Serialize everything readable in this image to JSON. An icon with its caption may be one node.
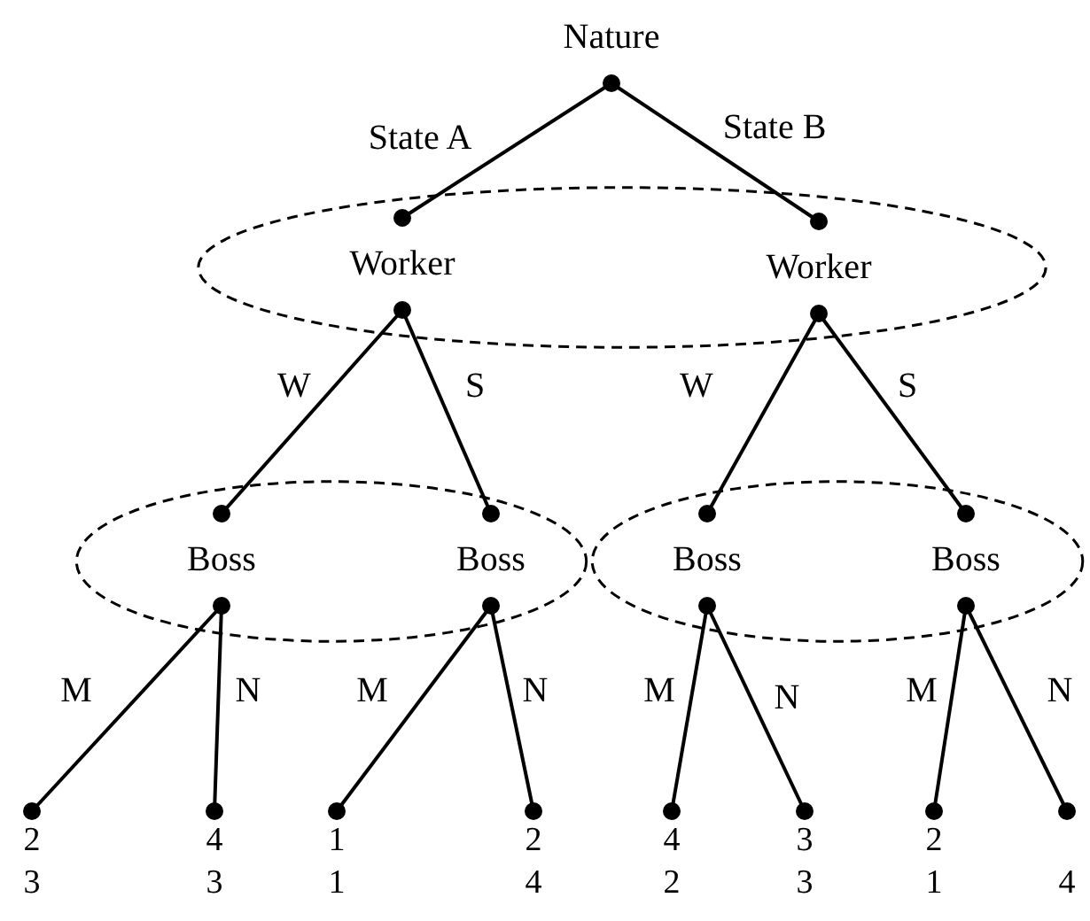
{
  "diagram": {
    "nodes": [
      {
        "text": [
          "Nature"
        ]
      },
      {
        "text": [],
        "shape": "ellipse"
      },
      {
        "text": [
          "Worker"
        ],
        "in": 1
      },
      {
        "text": [
          "Worker"
        ],
        "in": 1
      },
      {
        "text": [],
        "shape": "ellipse"
      },
      {
        "text": [
          "Boss"
        ],
        "in": 4
      },
      {
        "text": [
          "Boss"
        ],
        "in": 4
      },
      {
        "text": [],
        "shape": "ellipse"
      },
      {
        "text": [
          "Boss"
        ],
        "in": 7
      },
      {
        "text": [
          "Boss"
        ],
        "in": 7
      },
      {
        "text": [
          "2",
          "3"
        ]
      },
      {
        "text": [
          "4",
          "3"
        ]
      },
      {
        "text": [
          "1",
          "1"
        ]
      },
      {
        "text": [
          "2",
          "4"
        ]
      },
      {
        "text": [
          "4",
          "2"
        ]
      },
      {
        "text": [
          "3",
          "3"
        ]
      },
      {
        "text": [
          "2",
          "1"
        ]
      },
      {
        "text": [
          "4"
        ]
      }
    ],
    "edges": [
      {
        "from": 0,
        "to": 2,
        "arrow": "none",
        "label": "State A"
      },
      {
        "from": 0,
        "to": 3,
        "arrow": "none",
        "label": "State B"
      },
      {
        "from": 2,
        "to": 5,
        "arrow": "none",
        "label": "W"
      },
      {
        "from": 2,
        "to": 6,
        "arrow": "none",
        "label": "S"
      },
      {
        "from": 3,
        "to": 8,
        "arrow": "none",
        "label": "W"
      },
      {
        "from": 3,
        "to": 9,
        "arrow": "none",
        "label": "S"
      },
      {
        "from": 5,
        "to": 10,
        "arrow": "none",
        "label": "M"
      },
      {
        "from": 5,
        "to": 11,
        "arrow": "none",
        "label": "N"
      },
      {
        "from": 6,
        "to": 12,
        "arrow": "none",
        "label": "M"
      },
      {
        "from": 6,
        "to": 13,
        "arrow": "none",
        "label": "N"
      },
      {
        "from": 8,
        "to": 14,
        "arrow": "none",
        "label": "M"
      },
      {
        "from": 8,
        "to": 15,
        "arrow": "none",
        "label": "N"
      },
      {
        "from": 9,
        "to": 16,
        "arrow": "none",
        "label": "M"
      },
      {
        "from": 9,
        "to": 17,
        "arrow": "none",
        "label": "N"
      }
    ]
  }
}
